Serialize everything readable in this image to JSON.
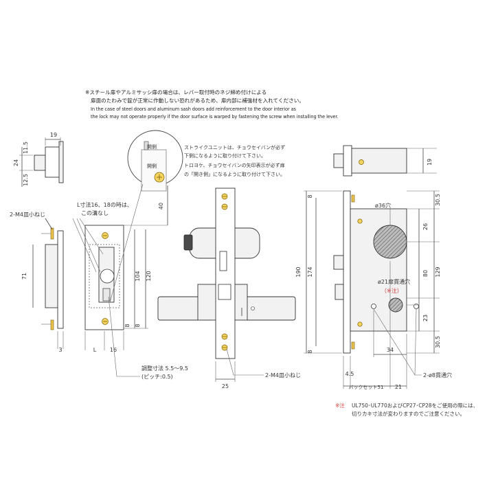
{
  "notes": {
    "jp_line1": "※スチール扉やアルミサッシ扉の場合は、レバー取付時のネジ締め付けによる",
    "jp_line2": "扉面のたわみで錠が正常に作動しない恐れがあるため、扉内部に補強材を入れてください。",
    "en_line1": "In the case of steel doors and aluminum sash doors add reinforcement to the door interior as",
    "en_line2": "the lock may not operate properly if the door surface is warped by fastening the screw when installing the lever."
  },
  "strike_note": {
    "line1": "ストライクユニットは、チョウセイバンが必ず",
    "line2": "下側になるように取り付けて下さい。",
    "line3": "トロヨケ、チョウセイバンの矢印表示が必ず扉",
    "line4": "の「開き側」になるように取り付けて下さい。"
  },
  "strike_inset": {
    "open_side": "開側",
    "open_side_2": "開側"
  },
  "strike_view": {
    "dims": {
      "d19": "19",
      "d11_5": "11.5",
      "d24": "24",
      "d12_5": "12.5",
      "d71": "71",
      "d3": "3",
      "dL": "L",
      "d16": "16",
      "d40": "40",
      "d104": "104",
      "d120": "120",
      "d8a": "8",
      "d8b": "8"
    },
    "labels": {
      "screw": "2-M4皿小ねじ",
      "l_note_1": "L寸法16、18の時は、",
      "l_note_2": "この溝なし",
      "adjust_1": "調整寸法 5.5～9.5",
      "adjust_2": "(ピッチ:0.5)"
    }
  },
  "front_view": {
    "dims": {
      "d25": "25"
    },
    "labels": {
      "screw": "2-M4皿小ねじ"
    }
  },
  "lock_side": {
    "dims": {
      "d19": "19",
      "d8a": "8",
      "d190": "190",
      "d174": "174",
      "d8b": "8",
      "d30_5a": "30.5",
      "d26": "26",
      "d129": "129",
      "d80": "80",
      "d23": "23",
      "d30_5b": "30.5",
      "d34": "34",
      "d4_5": "4.5",
      "backset": "バックセット51",
      "d21": "21"
    },
    "labels": {
      "hole36": "ø36穴",
      "hole21": "ø21扉貫通穴",
      "hole21_note": "（※注）",
      "hole8": "2-ø8貫通穴"
    }
  },
  "footnote": {
    "mark": "※注",
    "line1": "UL750･UL770およびCP27･CP28をご使用の際には、",
    "line2": "切りカキ寸法が変わりますのでご注意ください。"
  },
  "colors": {
    "screw": "#f4d35e",
    "note_red": "#d23b3b",
    "hatch": "#6a6a6a"
  }
}
